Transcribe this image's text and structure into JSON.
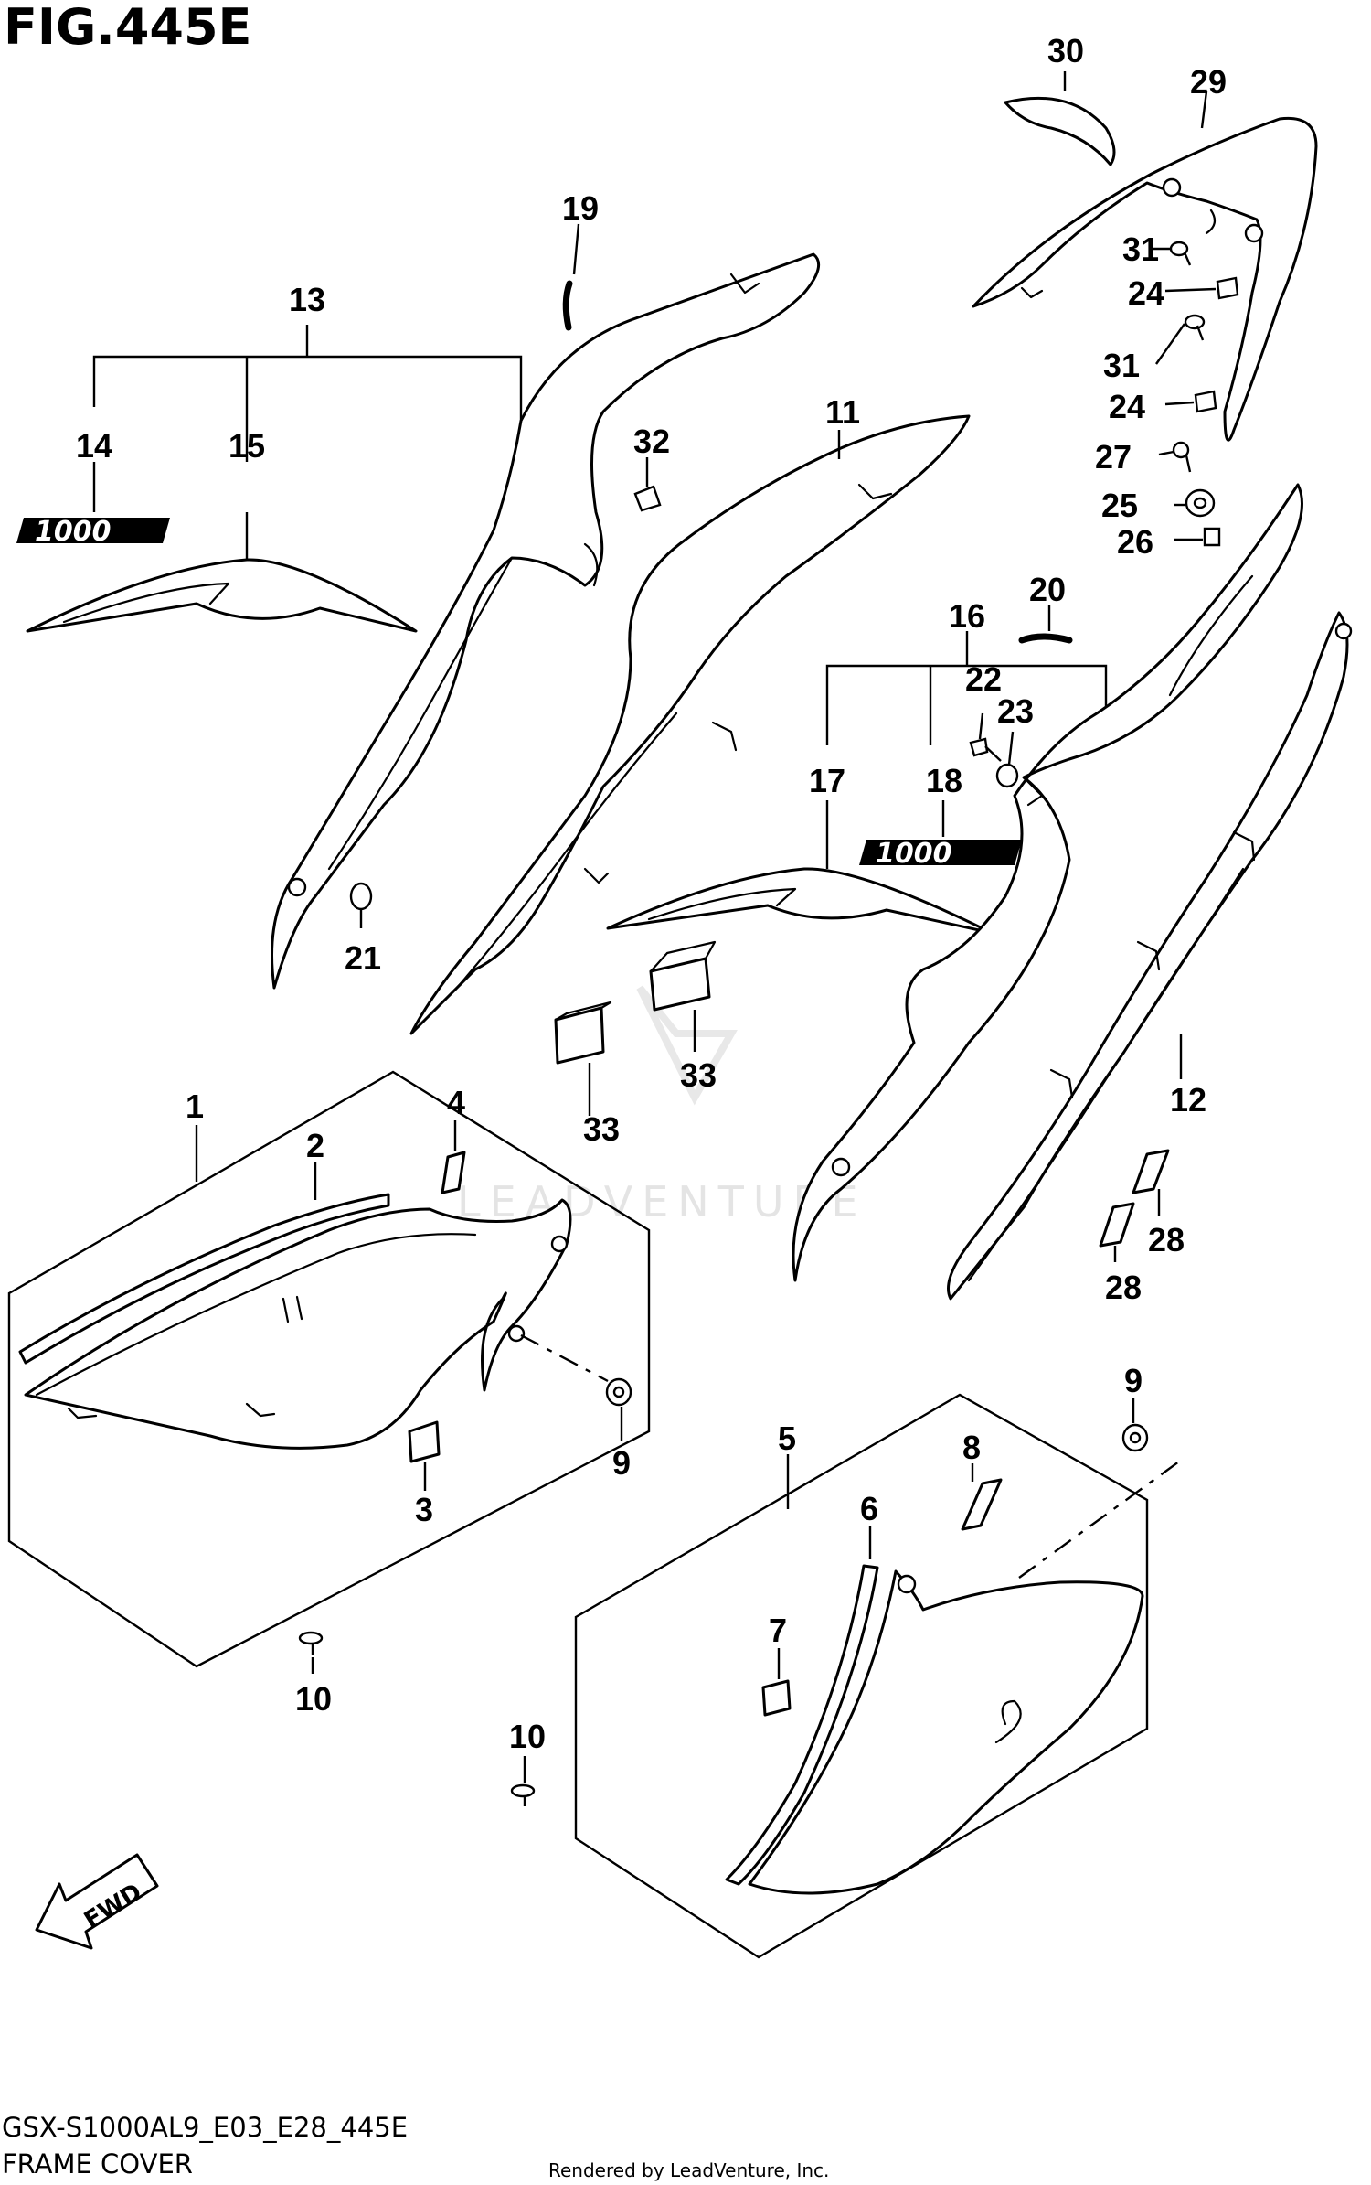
{
  "figure": {
    "title": "FIG.445E",
    "model_code": "GSX-S1000AL9_E03_E28_445E",
    "section_name": "FRAME COVER",
    "rendered_by": "Rendered by LeadVenture, Inc.",
    "watermark": "LEADVENTURE",
    "fwd_label": "FWD",
    "emblem_text": "1000"
  },
  "callouts": [
    {
      "id": "c1",
      "text": "1"
    },
    {
      "id": "c2",
      "text": "2"
    },
    {
      "id": "c3",
      "text": "3"
    },
    {
      "id": "c4",
      "text": "4"
    },
    {
      "id": "c5",
      "text": "5"
    },
    {
      "id": "c6",
      "text": "6"
    },
    {
      "id": "c7",
      "text": "7"
    },
    {
      "id": "c8",
      "text": "8"
    },
    {
      "id": "c9a",
      "text": "9"
    },
    {
      "id": "c9b",
      "text": "9"
    },
    {
      "id": "c10a",
      "text": "10"
    },
    {
      "id": "c10b",
      "text": "10"
    },
    {
      "id": "c11",
      "text": "11"
    },
    {
      "id": "c12",
      "text": "12"
    },
    {
      "id": "c13",
      "text": "13"
    },
    {
      "id": "c14",
      "text": "14"
    },
    {
      "id": "c15",
      "text": "15"
    },
    {
      "id": "c16",
      "text": "16"
    },
    {
      "id": "c17",
      "text": "17"
    },
    {
      "id": "c18",
      "text": "18"
    },
    {
      "id": "c19",
      "text": "19"
    },
    {
      "id": "c20",
      "text": "20"
    },
    {
      "id": "c21",
      "text": "21"
    },
    {
      "id": "c22",
      "text": "22"
    },
    {
      "id": "c23",
      "text": "23"
    },
    {
      "id": "c24a",
      "text": "24"
    },
    {
      "id": "c24b",
      "text": "24"
    },
    {
      "id": "c25",
      "text": "25"
    },
    {
      "id": "c26",
      "text": "26"
    },
    {
      "id": "c27",
      "text": "27"
    },
    {
      "id": "c28a",
      "text": "28"
    },
    {
      "id": "c28b",
      "text": "28"
    },
    {
      "id": "c29",
      "text": "29"
    },
    {
      "id": "c30",
      "text": "30"
    },
    {
      "id": "c31a",
      "text": "31"
    },
    {
      "id": "c31b",
      "text": "31"
    },
    {
      "id": "c32",
      "text": "32"
    },
    {
      "id": "c33a",
      "text": "33"
    },
    {
      "id": "c33b",
      "text": "33"
    }
  ]
}
